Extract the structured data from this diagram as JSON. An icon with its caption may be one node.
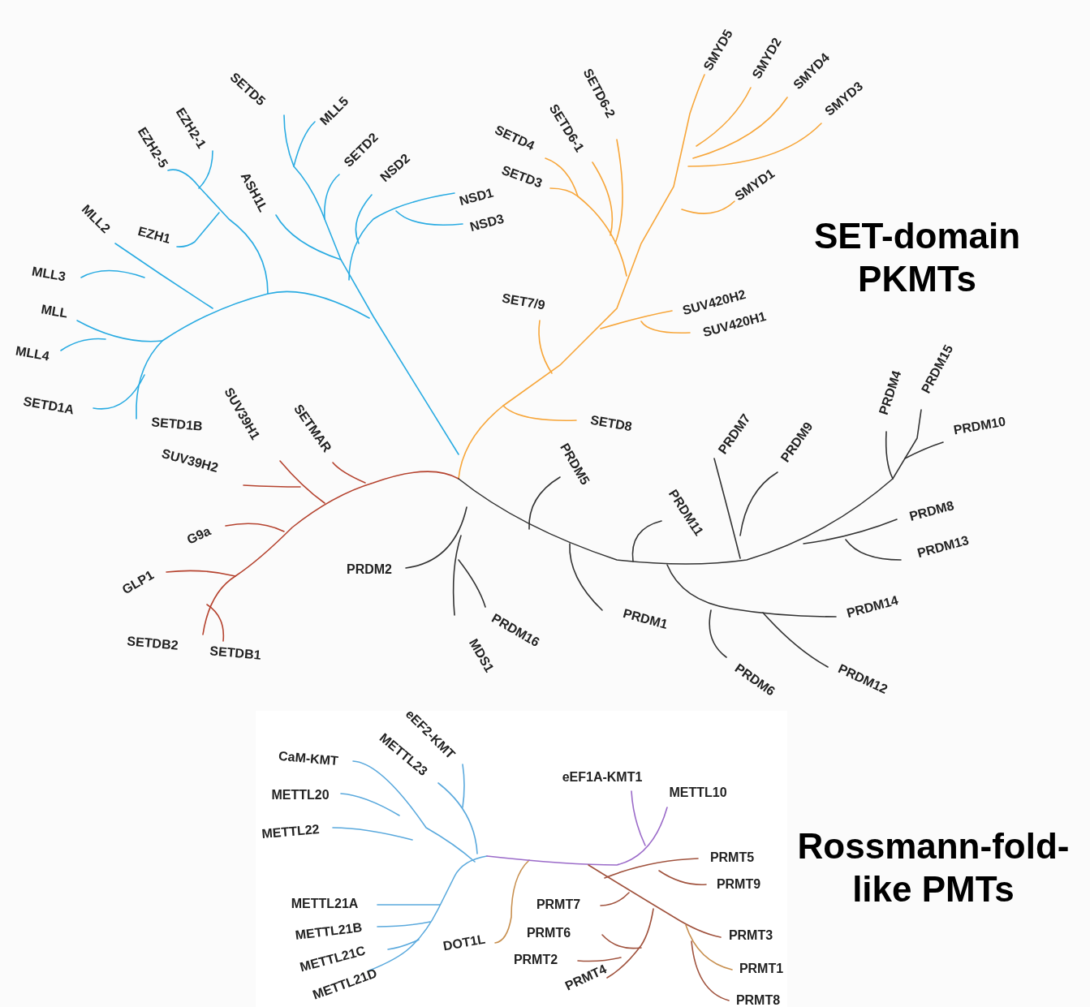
{
  "diagram": {
    "labels": [
      "SMYD5",
      "SMYD2",
      "SETD6-2",
      "SMYD4",
      "SETD5",
      "MLL5",
      "SETD6-1",
      "SMYD3",
      "EZH2-1",
      "SETD4",
      "EZH2-5",
      "SETD2",
      "SETD3",
      "NSD2",
      "ASH1L",
      "SMYD1",
      "NSD1",
      "MLL2",
      "EZH1",
      "NSD3",
      "SET-domain PKMTs",
      "MLL3",
      "SET7/9",
      "SUV420H2",
      "MLL",
      "SUV420H1",
      "MLL4",
      "PRDM15",
      "PRDM4",
      "SETD1A",
      "PRDM7",
      "PRDM10",
      "SUV39H1",
      "SETMAR",
      "PRDM9",
      "SETD8",
      "SETD1B",
      "PRDM5",
      "SUV39H2",
      "PRDM11",
      "PRDM8",
      "G9a",
      "PRDM13",
      "GLP1",
      "PRDM2",
      "PRDM14",
      "PRDM1",
      "PRDM16",
      "SETDB2",
      "SETDB1",
      "MDS1",
      "PRDM12",
      "PRDM6",
      "eEF2-KMT",
      "CaM-KMT",
      "METTL23",
      "eEF1A-KMT1",
      "METTL20",
      "METTL10",
      "METTL22",
      "Rossmann-fold-like PMTs",
      "PRMT5",
      "PRMT9",
      "PRMT7",
      "METTL21A",
      "METTL21B",
      "PRMT6",
      "PRMT3",
      "DOT1L",
      "METTL21C",
      "PRMT2",
      "PRMT1",
      "PRMT4",
      "METTL21D",
      "PRMT8"
    ]
  }
}
